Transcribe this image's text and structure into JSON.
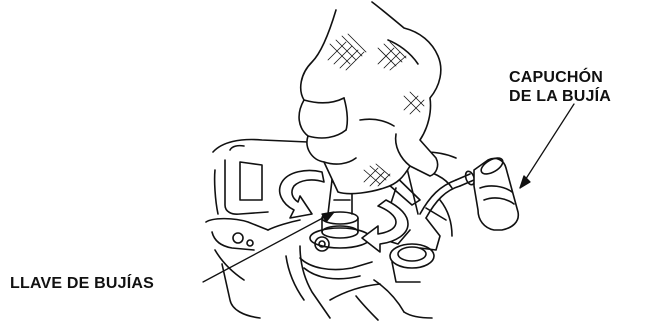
{
  "labels": {
    "cap_line1": "CAPUCHÓN",
    "cap_line2": "DE LA BUJÍA",
    "wrench": "LLAVE DE BUJÍAS"
  },
  "colors": {
    "ink": "#111111",
    "background": "#ffffff"
  },
  "icons": {
    "rotation": "curved-rotation-arrow-icon",
    "glove": "gloved-hand-illustration"
  }
}
